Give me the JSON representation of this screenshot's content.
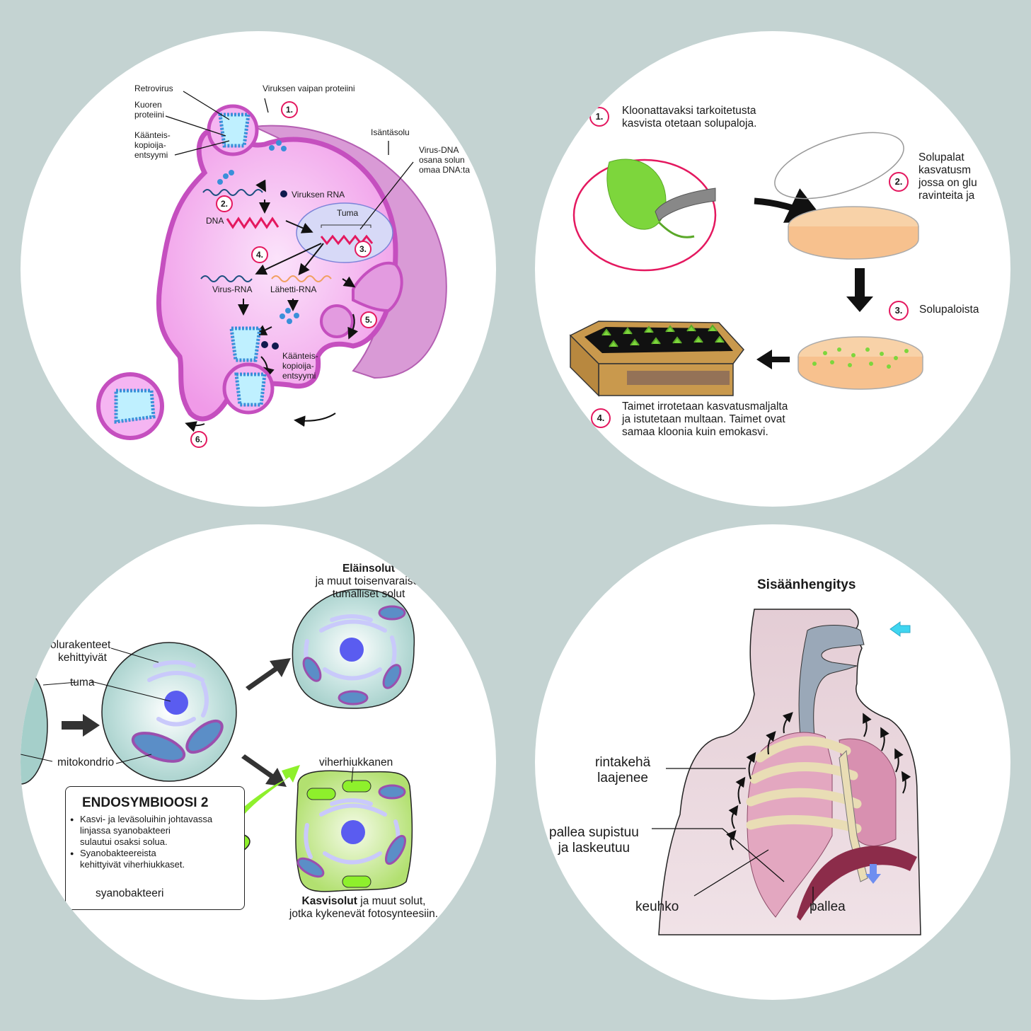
{
  "background_color": "#c4d3d2",
  "panels": {
    "retrovirus": {
      "labels": {
        "retrovirus": "Retrovirus",
        "kuoren_proteiini_1": "Kuoren",
        "kuoren_proteiini_2": "proteiini",
        "kaanteis_1": "Käänteis-",
        "kaanteis_2": "kopioija-",
        "kaanteis_3": "entsyymi",
        "vaipan_proteiini": "Viruksen vaipan proteiini",
        "isantasolu": "Isäntäsolu",
        "virus_dna_1": "Virus-DNA",
        "virus_dna_2": "osana solun",
        "virus_dna_3": "omaa DNA:ta",
        "viruksen_rna": "Viruksen RNA",
        "dna": "DNA",
        "tuma": "Tuma",
        "virus_rna": "Virus-RNA",
        "lahetti_rna": "Lähetti-RNA",
        "kaanteis_b_1": "Käänteis-",
        "kaanteis_b_2": "kopioija-",
        "kaanteis_b_3": "entsyymi"
      },
      "steps": [
        "1.",
        "2.",
        "3.",
        "4.",
        "5.",
        "6."
      ],
      "colors": {
        "cell": "#f2a6f0",
        "membrane": "#d45fc8",
        "capsid": "#3a8fd9",
        "step_ring": "#e4185f"
      }
    },
    "cloning": {
      "steps": [
        {
          "num": "1.",
          "lines": [
            "Kloonattavaksi tarkoitetusta",
            "kasvista otetaan solupaloja."
          ]
        },
        {
          "num": "2.",
          "lines": [
            "Solupalat",
            "kasvatusm",
            "jossa on glu",
            "ravinteita  ja"
          ]
        },
        {
          "num": "3.",
          "lines": [
            "Solupaloista"
          ]
        },
        {
          "num": "4.",
          "lines": [
            "Taimet irrotetaan kasvatusmaljalta",
            "ja istutetaan multaan. Taimet ovat",
            "samaa kloonia kuin emokasvi."
          ]
        }
      ],
      "colors": {
        "leaf": "#7dd63c",
        "agar": "#f8d2a8",
        "box": "#c9994d",
        "soil": "#111111"
      }
    },
    "endosymbiosis": {
      "animal_title_bold": "Eläinsolut",
      "animal_title_rest_1": "ja muut toisenvaraiset",
      "animal_title_rest_2": "tumalliset solut",
      "labels": {
        "solurakenteet": "olurakenteet",
        "kehittyivat": "kehittyivät",
        "tuma": "tuma",
        "mitokondrio": "mitokondrio",
        "viherhiukkanen": "viherhiukkanen",
        "syanobakteeri": "syanobakteeri"
      },
      "box": {
        "title": "ENDOSYMBIOOSI 2",
        "bullets": [
          [
            "Kasvi- ja leväsoluihin johtavassa",
            "linjassa syanobakteeri",
            "sulautui osaksi solua."
          ],
          [
            "Syanobakteereista",
            "kehittyivät viherhiukkaset."
          ]
        ]
      },
      "plant_caption_bold": "Kasvisolut",
      "plant_caption_rest": " ja muut solut,",
      "plant_caption_line2": "jotka kykenevät fotosynteesiin.",
      "colors": {
        "animal_cell": "#a7d0cc",
        "plant_cell": "#b8e27a",
        "nucleus": "#5a5cf0",
        "mito": "#9b4fae",
        "arrow_green": "#8ef02c"
      }
    },
    "breathing": {
      "title": "Sisäänhengitys",
      "labels": {
        "rintakeha_1": "rintakehä",
        "rintakeha_2": "laajenee",
        "pallea_supistuu_1": "pallea supistuu",
        "pallea_supistuu_2": "ja laskeutuu",
        "keuhko": "keuhko",
        "pallea": "pallea"
      },
      "colors": {
        "skin": "#ecd6de",
        "airway": "#9aa8b8",
        "lung": "#e3a7c0",
        "rib": "#e9ddb5",
        "diaphragm": "#8c2c4a",
        "air_arrow": "#3fd5f0",
        "down_arrow": "#6e8ef0"
      }
    }
  }
}
